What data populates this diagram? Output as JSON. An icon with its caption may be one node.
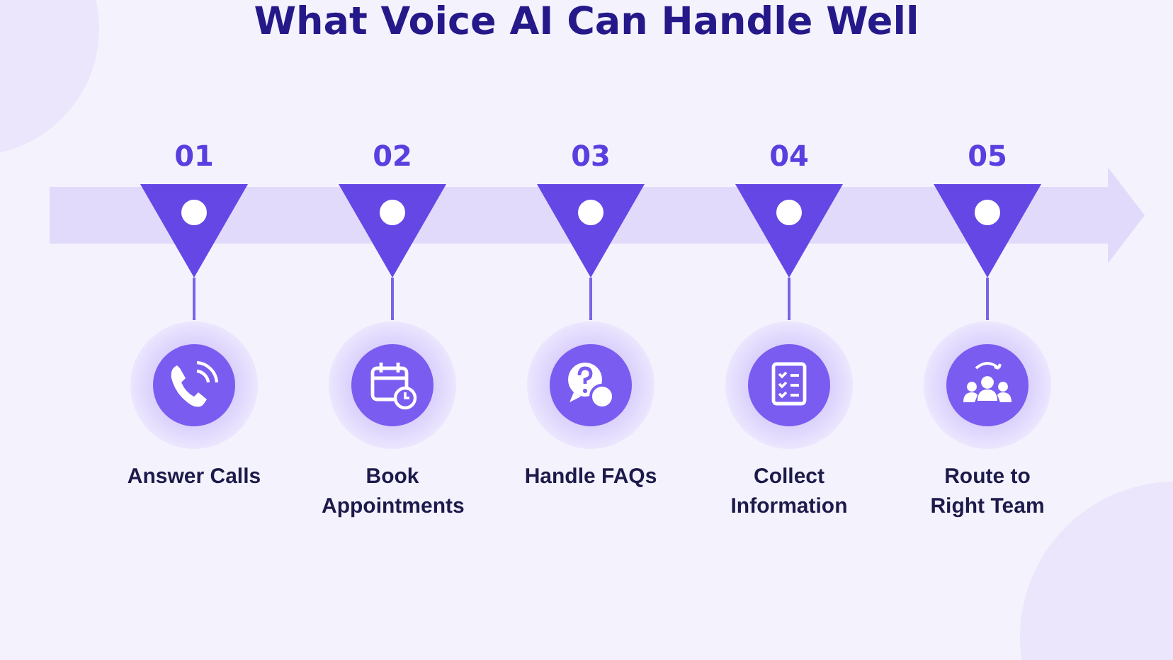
{
  "diagram": {
    "title": "What Voice AI Can Handle Well",
    "nodes": [
      {
        "text": [
          "01"
        ]
      },
      {
        "text": [
          "Answer Calls"
        ]
      },
      {
        "text": [
          "02"
        ]
      },
      {
        "text": [
          "Book Appointments"
        ]
      },
      {
        "text": [
          "03"
        ]
      },
      {
        "text": [
          "Handle FAQs"
        ]
      },
      {
        "text": [
          "04"
        ]
      },
      {
        "text": [
          "Collect Information"
        ]
      },
      {
        "text": [
          "05"
        ]
      },
      {
        "text": [
          "Route to Right Team"
        ]
      }
    ],
    "edges": [
      {
        "from": 0,
        "to": 1,
        "arrow": "none"
      },
      {
        "from": 2,
        "to": 3,
        "arrow": "none"
      },
      {
        "from": 4,
        "to": 5,
        "arrow": "none"
      },
      {
        "from": 6,
        "to": 7,
        "arrow": "none"
      },
      {
        "from": 8,
        "to": 9,
        "arrow": "none"
      }
    ]
  }
}
